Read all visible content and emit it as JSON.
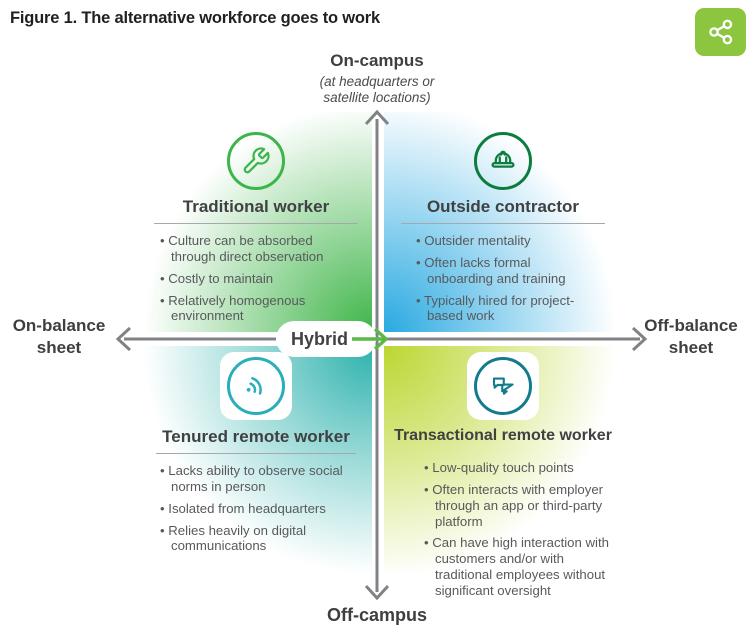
{
  "header": {
    "title": "Figure 1. The alternative workforce goes to work"
  },
  "share": {
    "icon": "share-icon"
  },
  "axes": {
    "top": {
      "label": "On-campus",
      "sublabel": "(at headquarters or\nsatellite locations)"
    },
    "bottom": {
      "label": "Off-campus"
    },
    "left": {
      "label": "On-balance\nsheet"
    },
    "right": {
      "label": "Off-balance\nsheet"
    },
    "center": {
      "label": "Hybrid"
    }
  },
  "quadrants": [
    {
      "id": "traditional-worker",
      "title": "Traditional worker",
      "icon": "wrench-icon",
      "bullets": [
        "Culture can be absorbed through direct observation",
        "Costly to maintain",
        "Relatively homogenous environment"
      ]
    },
    {
      "id": "outside-contractor",
      "title": "Outside contractor",
      "icon": "hard-hat-icon",
      "bullets": [
        "Outsider mentality",
        "Often lacks formal onboarding and training",
        "Typically hired for project-based work"
      ]
    },
    {
      "id": "tenured-remote-worker",
      "title": "Tenured remote worker",
      "icon": "wireless-signal-icon",
      "bullets": [
        "Lacks ability to observe social norms in person",
        "Isolated from headquarters",
        "Relies heavily on digital communications"
      ]
    },
    {
      "id": "transactional-remote-worker",
      "title": "Transactional remote worker",
      "icon": "chat-bubbles-icon",
      "bullets": [
        "Low-quality touch points",
        "Often interacts with employer through an app or third-party platform",
        "Can have high interaction with customers and/or with traditional employees without significant oversight"
      ]
    }
  ],
  "colors": {
    "share_green": "#8cc63f",
    "quad_green": "#3fb549",
    "quad_blue": "#29a9e1",
    "quad_teal": "#2eb2ad",
    "quad_lime": "#bcd631",
    "icon_green": "#3cb54a",
    "icon_dark_green": "#0d7d3f",
    "icon_teal": "#29aebc",
    "icon_dark_teal": "#127c8e",
    "axis_gray": "#818285",
    "hybrid_arrow_green": "#5cb947",
    "text_dark": "#3f4142",
    "text_body": "#58595b"
  }
}
